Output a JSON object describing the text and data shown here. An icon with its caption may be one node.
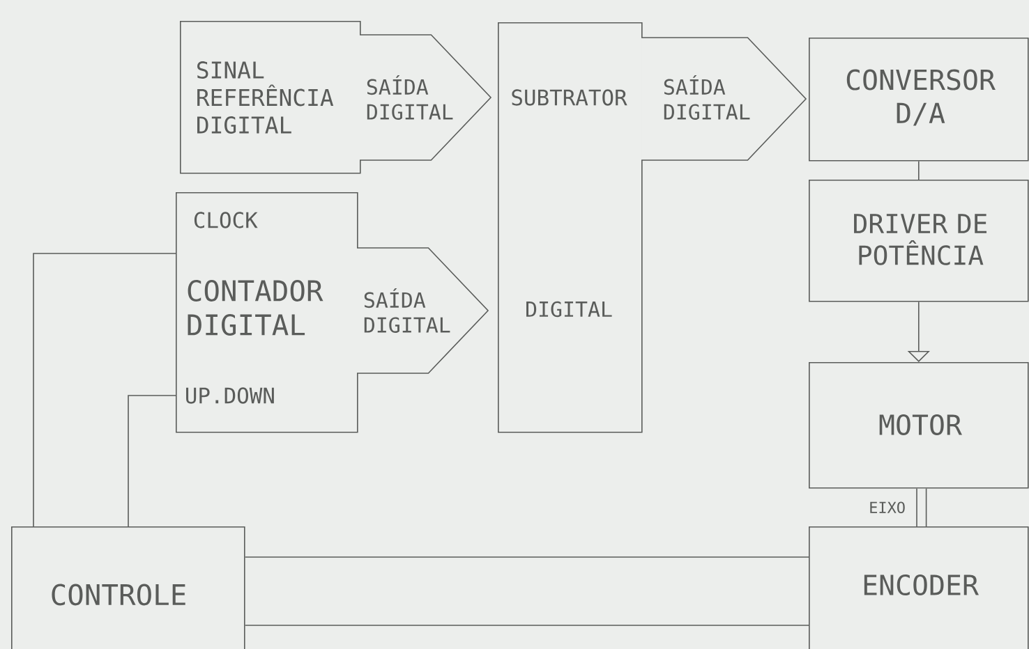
{
  "diagram": {
    "nodes": [
      {
        "text": [
          "SINAL REFERÊNCIA DIGITAL"
        ]
      },
      {
        "text": [
          "SAÍDA DIGITAL"
        ]
      },
      {
        "text": [
          "CLOCK",
          "CONTADOR DIGITAL",
          "UP.DOWN"
        ]
      },
      {
        "text": [
          "SAÍDA DIGITAL"
        ]
      },
      {
        "text": [
          "SUBTRATOR",
          "DIGITAL"
        ]
      },
      {
        "text": [
          "SAÍDA DIGITAL"
        ]
      },
      {
        "text": [
          "CONVERSOR D/A"
        ]
      },
      {
        "text": [
          "DRIVER DE POTÊNCIA"
        ]
      },
      {
        "text": [
          "MOTOR"
        ]
      },
      {
        "text": [
          "ENCODER"
        ]
      },
      {
        "text": [
          "CONTROLE"
        ]
      }
    ],
    "edges": [
      {
        "from": 6,
        "to": 7,
        "arrow": "none"
      },
      {
        "from": 7,
        "to": 8,
        "arrow": "to"
      },
      {
        "from": 8,
        "to": 9,
        "arrow": "none",
        "label": "EIXO",
        "style": "thick"
      },
      {
        "from": 10,
        "to": 2,
        "arrow": "none"
      },
      {
        "from": 10,
        "to": 2,
        "arrow": "none"
      },
      {
        "from": 10,
        "to": 9,
        "arrow": "none"
      },
      {
        "from": 10,
        "to": 9,
        "arrow": "none"
      }
    ]
  }
}
